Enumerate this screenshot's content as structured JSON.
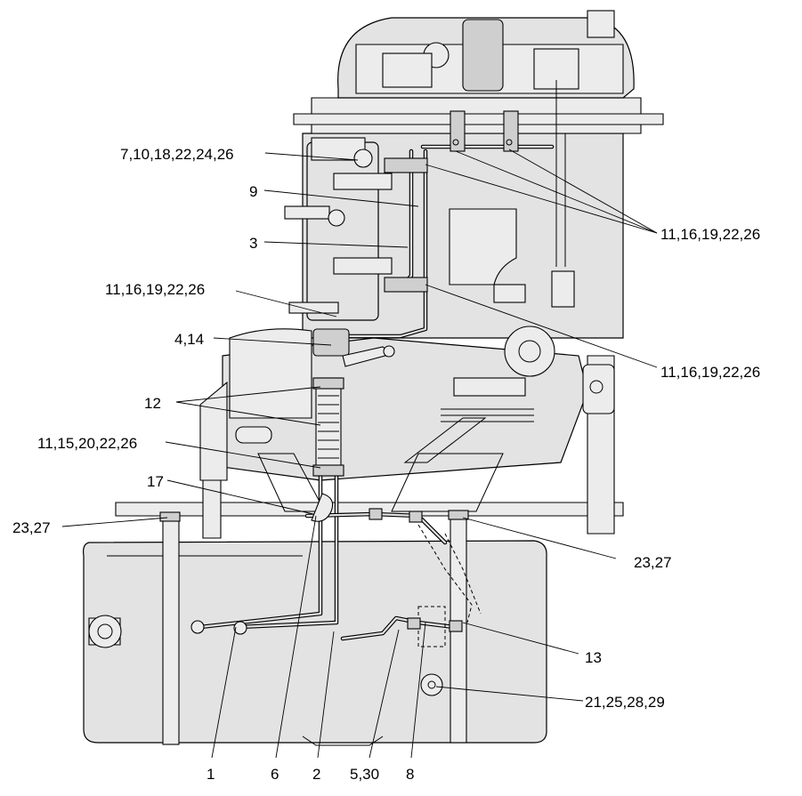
{
  "callouts": {
    "c1": "7,10,18,22,24,26",
    "c2": "9",
    "c3": "3",
    "c4": "11,16,19,22,26",
    "c5": "4,14",
    "c6": "12",
    "c7": "11,15,20,22,26",
    "c8": "17",
    "c9": "23,27",
    "c10": "11,16,19,22,26",
    "c11": "11,16,19,22,26",
    "c12": "23,27",
    "c13": "13",
    "c14": "21,25,28,29",
    "b1": "1",
    "b2": "6",
    "b3": "2",
    "b4": "5,30",
    "b5": "8"
  }
}
